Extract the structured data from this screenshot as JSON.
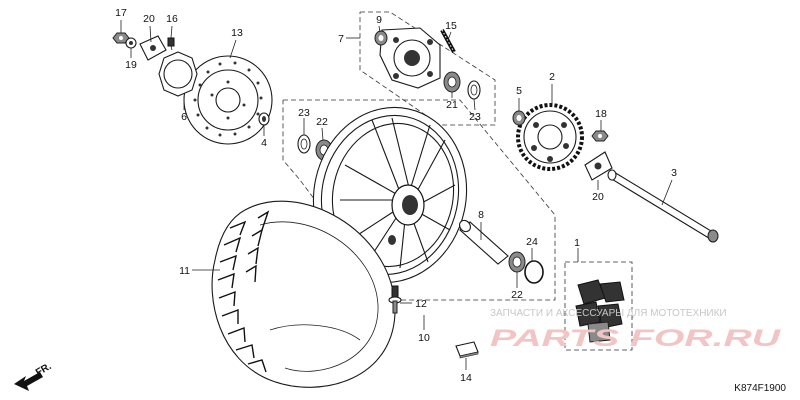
{
  "callouts": [
    {
      "id": "1",
      "text": "1"
    },
    {
      "id": "2",
      "text": "2"
    },
    {
      "id": "3",
      "text": "3"
    },
    {
      "id": "4",
      "text": "4"
    },
    {
      "id": "5",
      "text": "5"
    },
    {
      "id": "6",
      "text": "6"
    },
    {
      "id": "7",
      "text": "7"
    },
    {
      "id": "8",
      "text": "8"
    },
    {
      "id": "9",
      "text": "9"
    },
    {
      "id": "10",
      "text": "10"
    },
    {
      "id": "11",
      "text": "11"
    },
    {
      "id": "12",
      "text": "12"
    },
    {
      "id": "13",
      "text": "13"
    },
    {
      "id": "14",
      "text": "14"
    },
    {
      "id": "15",
      "text": "15"
    },
    {
      "id": "16",
      "text": "16"
    },
    {
      "id": "17",
      "text": "17"
    },
    {
      "id": "18",
      "text": "18"
    },
    {
      "id": "19",
      "text": "19"
    },
    {
      "id": "20a",
      "text": "20"
    },
    {
      "id": "20b",
      "text": "20"
    },
    {
      "id": "21",
      "text": "21"
    },
    {
      "id": "22a",
      "text": "22"
    },
    {
      "id": "22b",
      "text": "22"
    },
    {
      "id": "23a",
      "text": "23"
    },
    {
      "id": "23b",
      "text": "23"
    },
    {
      "id": "24",
      "text": "24"
    }
  ],
  "watermark": {
    "tagline": "ЗАПЧАСТИ И АКСЕССУАРЫ ДЛЯ МОТОТЕХНИКИ",
    "brand": "PARTS FOR.RU",
    "color": "#f2c4c4"
  },
  "direction_label": "FR.",
  "diagram_code": "K874F1900"
}
